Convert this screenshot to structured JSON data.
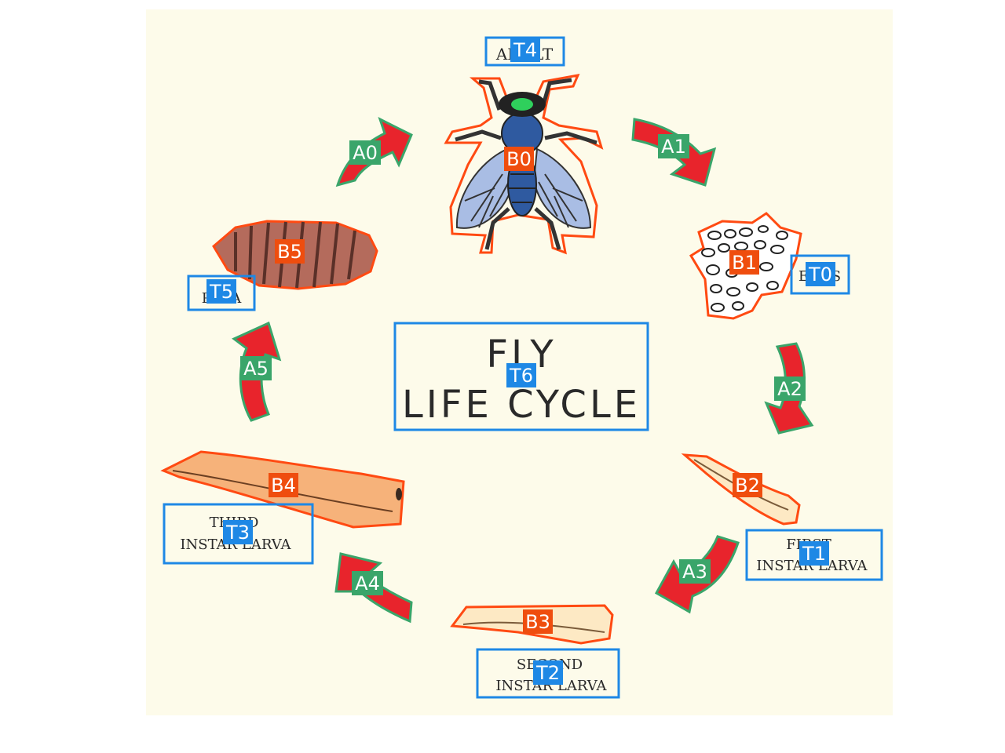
{
  "title": {
    "line1": "FLY",
    "line2": "LIFE CYCLE"
  },
  "stages": {
    "adult": "ADULT",
    "eggs": "EGGS",
    "first_line1": "FIRST",
    "first_line2": "INSTAR LARVA",
    "second_line1": "SECOND",
    "second_line2": "INSTAR LARVA",
    "third_line1": "THIRD",
    "third_line2": "INSTAR LARVA",
    "pupa": "PUPA"
  },
  "labels": {
    "blobs": [
      "B0",
      "B1",
      "B2",
      "B3",
      "B4",
      "B5"
    ],
    "text_boxes": [
      "T0",
      "T1",
      "T2",
      "T3",
      "T4",
      "T5",
      "T6"
    ],
    "arrows": [
      "A0",
      "A1",
      "A2",
      "A3",
      "A4",
      "A5"
    ]
  },
  "colors": {
    "background": "#fdfbea",
    "blob_outline": "#ff4a12",
    "blob_label": "#ef4d0e",
    "text_box": "#1e88e5",
    "text_label": "#1e88e5",
    "arrow_fill": "#e8242c",
    "arrow_outline": "#3aa56a",
    "arrow_label": "#3aa56a",
    "pupa_fill": "#b46b5c",
    "larva_fill": "#f6b27a",
    "small_larva_fill": "#fde9c4",
    "wing_fill": "#a9bde4",
    "body_fill": "#2f5aa0",
    "eye_fill": "#2fd05c"
  }
}
